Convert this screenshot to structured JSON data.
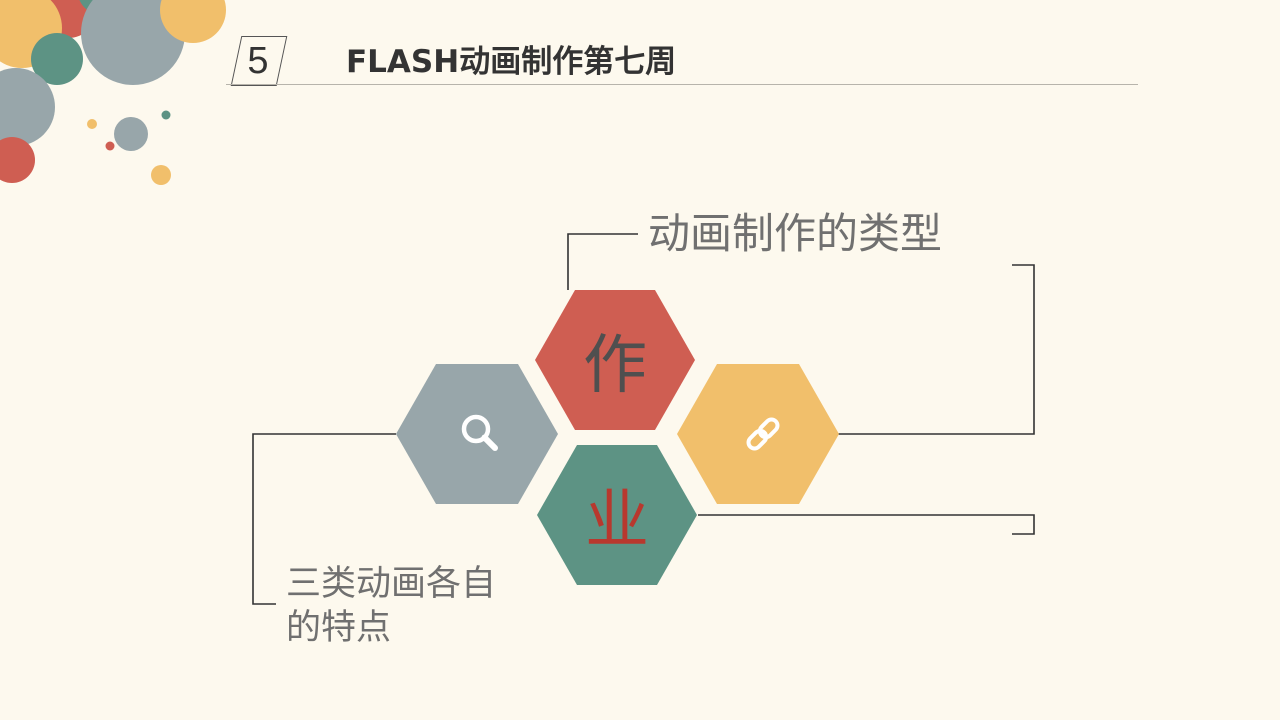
{
  "header": {
    "number": "5",
    "title": "FLASH动画制作第七周"
  },
  "content": {
    "label_top": "动画制作的类型",
    "label_bottom_line1": "三类动画各自",
    "label_bottom_line2": "的特点",
    "hex_top_char": "作",
    "hex_bottom_char": "业"
  },
  "icons": {
    "left_hex": "search-icon",
    "right_hex": "link-icon"
  },
  "colors": {
    "background": "#FDF9EE",
    "red": "#CF5E52",
    "gray": "#98A6AA",
    "yellow": "#F1BF6B",
    "teal": "#5D9384",
    "accent_text": "#B8382E"
  }
}
